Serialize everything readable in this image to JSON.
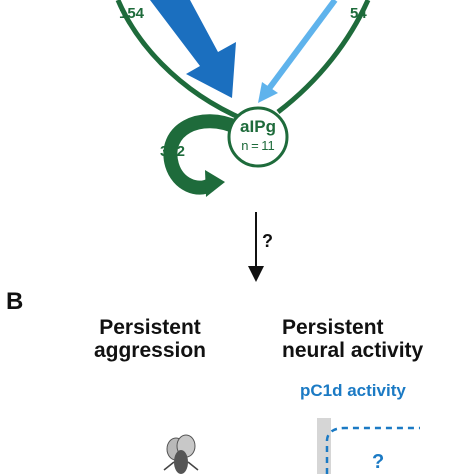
{
  "colors": {
    "green": "#1e6b3b",
    "dark_blue": "#1b6fbf",
    "light_blue": "#5fb3ec",
    "activity_blue": "#1b7ac4",
    "gray_bar": "#d6d6d6",
    "text": "#111111"
  },
  "panel_a": {
    "left_input_count": "154",
    "right_input_count": "54",
    "recurrent_count": "392",
    "node": {
      "name": "aIPg",
      "n_label": "n = 11"
    },
    "link_question": "?"
  },
  "panel_b": {
    "panel_letter": "B",
    "left_heading_line1": "Persistent",
    "left_heading_line2": "aggression",
    "right_heading_line1": "Persistent",
    "right_heading_line2": "neural activity",
    "activity_label": "pC1d activity",
    "activity_question": "?",
    "fly_icon": "fly-icon"
  }
}
